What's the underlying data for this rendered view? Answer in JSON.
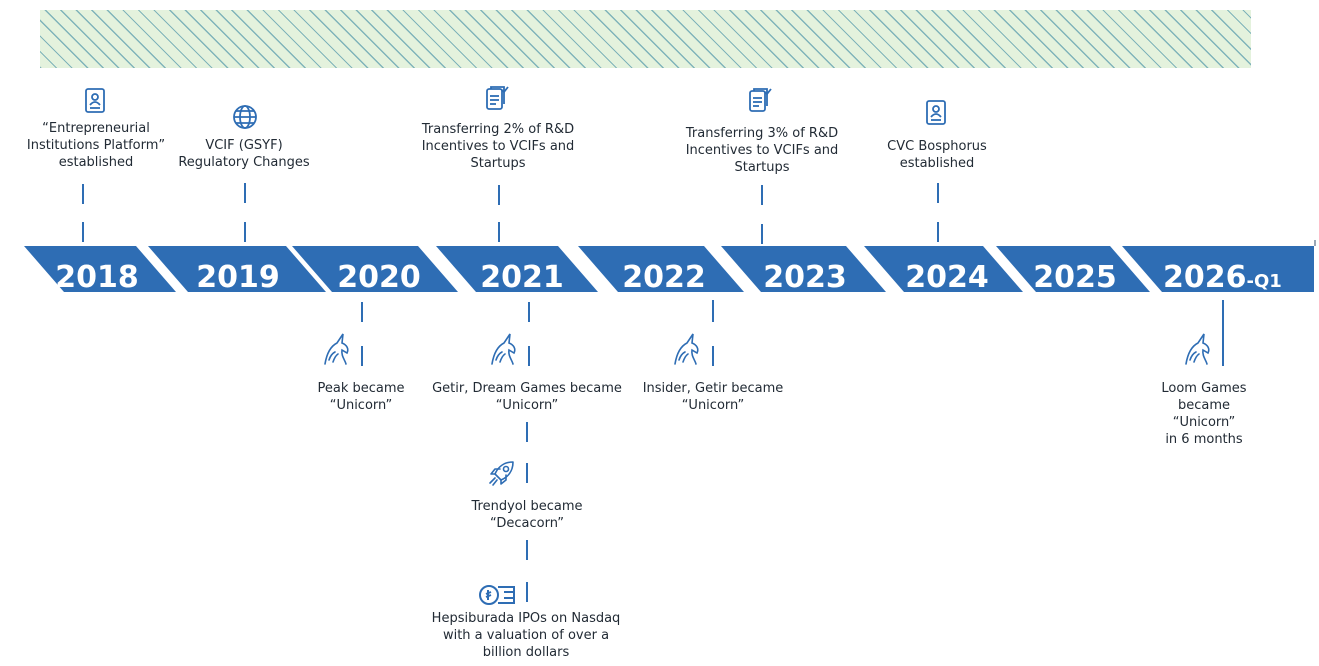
{
  "colors": {
    "band": "#2e6db4",
    "tick": "#2e6db4",
    "hatch_bg": "#e4f2dd",
    "hatch_line": "#7ab0b8",
    "text": "#222b35"
  },
  "years": [
    "2018",
    "2019",
    "2020",
    "2021",
    "2022",
    "2023",
    "2024",
    "2025",
    "2026"
  ],
  "last_year_suffix": "-Q1",
  "top_events": [
    {
      "text": "“Entrepreneurial\nInstitutions Platform”\nestablished",
      "icon": "document-person-icon"
    },
    {
      "text": "VCIF (GSYF)\nRegulatory Changes",
      "icon": "globe-icon"
    },
    {
      "text": "Transferring 2% of R&D\nIncentives to VCIFs and\nStartups",
      "icon": "document-check-icon"
    },
    {
      "text": "Transferring 3% of R&D\nIncentives to VCIFs and\nStartups",
      "icon": "document-check-icon"
    },
    {
      "text": "CVC Bosphorus\nestablished",
      "icon": "document-person-icon"
    }
  ],
  "bottom_events": [
    {
      "text": "Peak became\n“Unicorn”",
      "icon": "unicorn-icon"
    },
    {
      "text": "Getir, Dream Games became\n“Unicorn”",
      "icon": "unicorn-icon"
    },
    {
      "text": "Trendyol became\n“Decacorn”",
      "icon": "rocket-icon"
    },
    {
      "text": "Hepsiburada IPOs on Nasdaq\nwith a valuation of over a\nbillion dollars",
      "icon": "coin-bills-icon"
    },
    {
      "text": "Insider, Getir became\n“Unicorn”",
      "icon": "unicorn-icon"
    },
    {
      "text": "Loom Games became\n“Unicorn”\nin 6 months",
      "icon": "unicorn-icon"
    }
  ]
}
